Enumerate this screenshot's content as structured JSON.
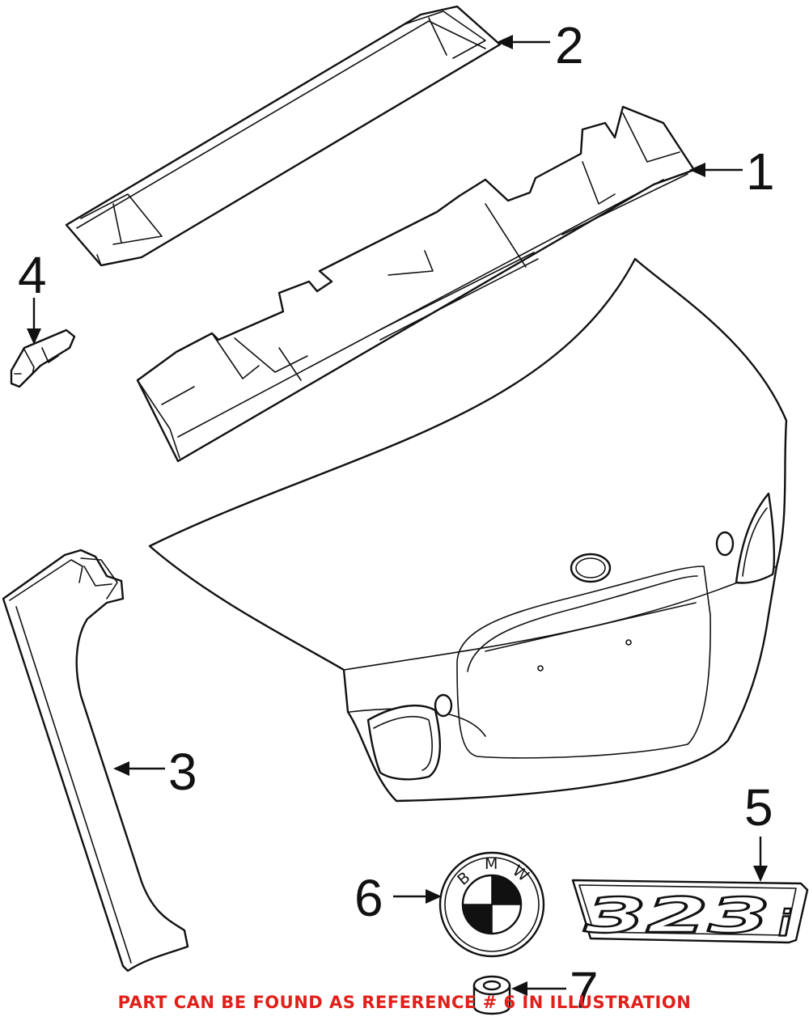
{
  "diagram": {
    "callouts": {
      "c1": "1",
      "c2": "2",
      "c3": "3",
      "c4": "4",
      "c5": "5",
      "c6": "6",
      "c7": "7"
    },
    "badge_letters": {
      "b": "B",
      "m": "M",
      "w": "W"
    },
    "emblem_text": "323",
    "emblem_suffix": "i",
    "footer_note": "PART CAN BE FOUND AS REFERENCE # 6 IN ILLUSTRATION",
    "colors": {
      "line": "#111111",
      "note": "#e0201a",
      "background": "#ffffff"
    }
  }
}
